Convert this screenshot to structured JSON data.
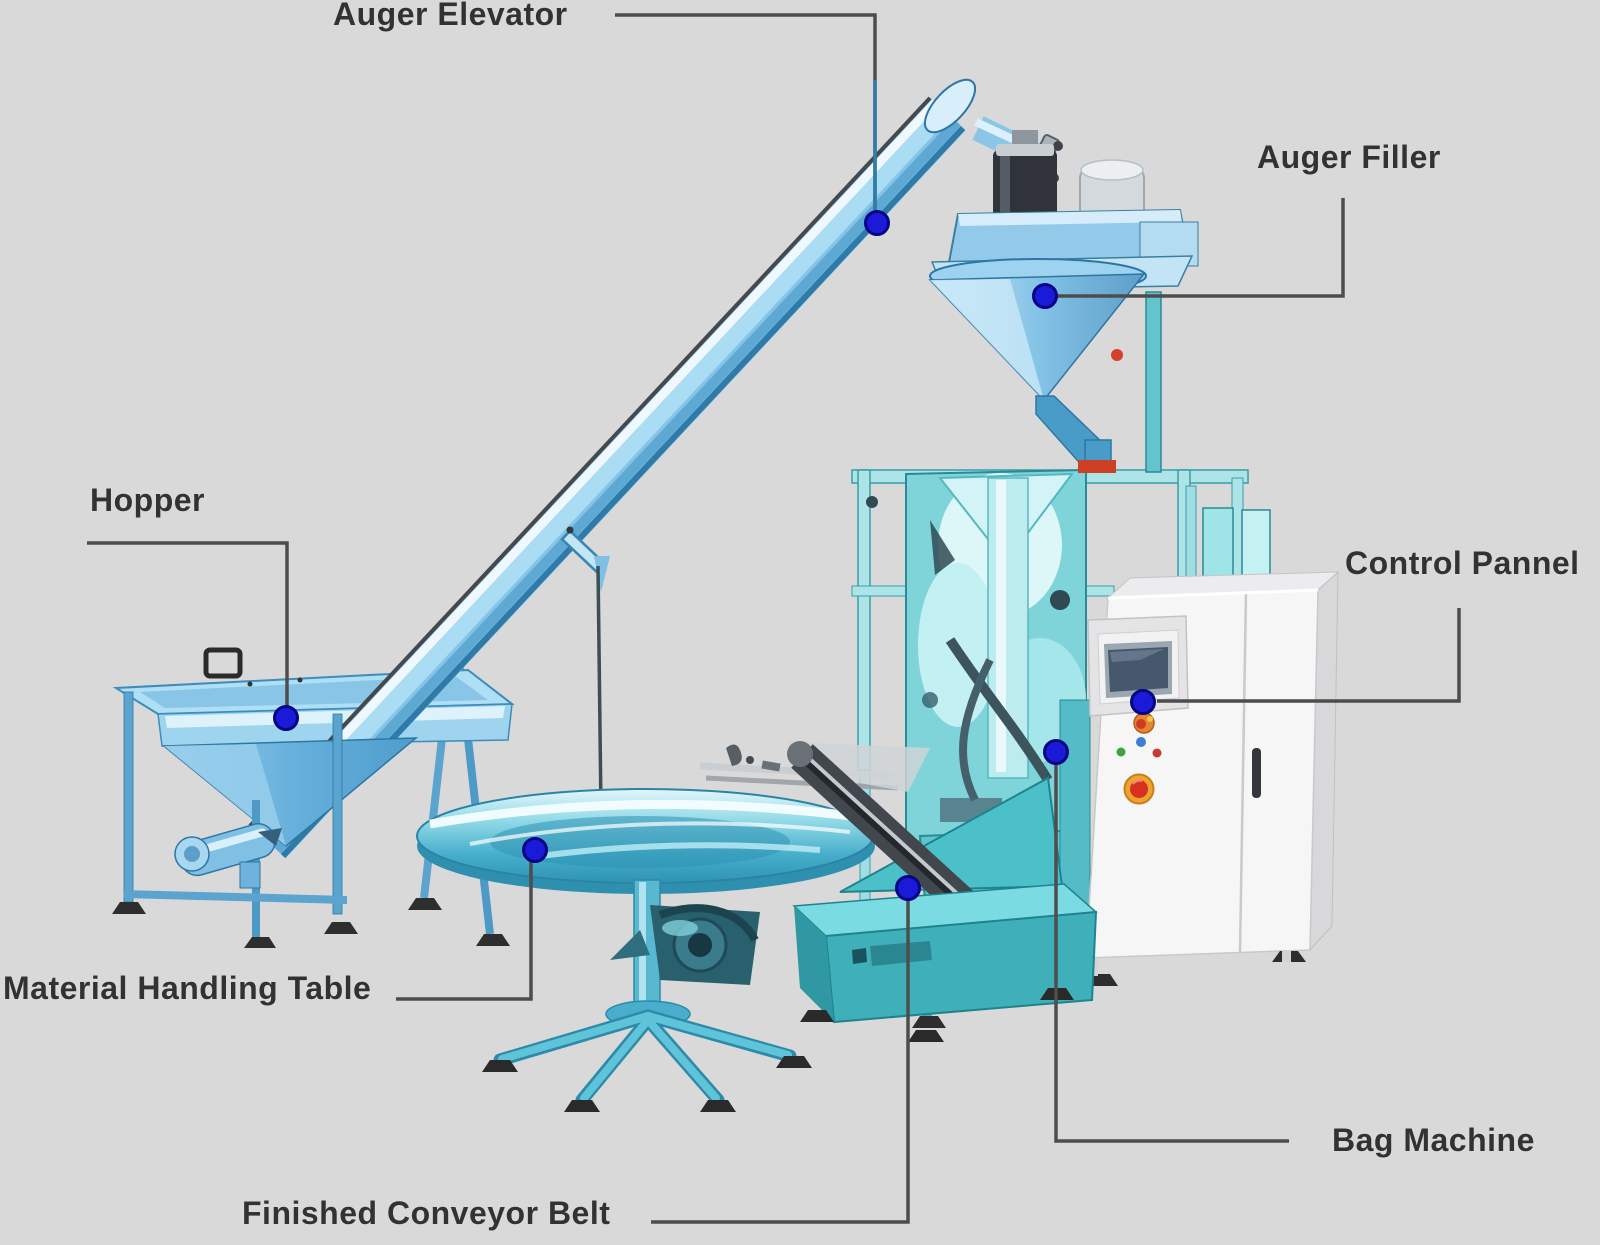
{
  "diagram": {
    "labels": {
      "auger_elevator": "Auger Elevator",
      "auger_filler": "Auger Filler",
      "hopper": "Hopper",
      "control_panel": "Control Pannel",
      "material_handling_table": "Material Handling Table",
      "bag_machine": "Bag Machine",
      "finished_conveyor_belt": "Finished Conveyor Belt"
    },
    "markers": [
      "auger-elevator",
      "auger-filler",
      "hopper",
      "control-panel",
      "material-handling-table",
      "bag-machine",
      "finished-conveyor-belt"
    ],
    "colors": {
      "background": "#d9d9d9",
      "label_text": "#323232",
      "leader_line": "#4d4d4d",
      "marker_fill": "#1a1ad8",
      "marker_edge": "#060684",
      "machine_light_blue": "#9ed3ef",
      "machine_blue": "#5aa4cf",
      "machine_teal": "#4cc0c8",
      "machine_pale_teal": "#ade4e8",
      "cabinet_white": "#f6f6f7",
      "estop_red": "#d5311e",
      "estop_yellow": "#eda32f"
    }
  }
}
